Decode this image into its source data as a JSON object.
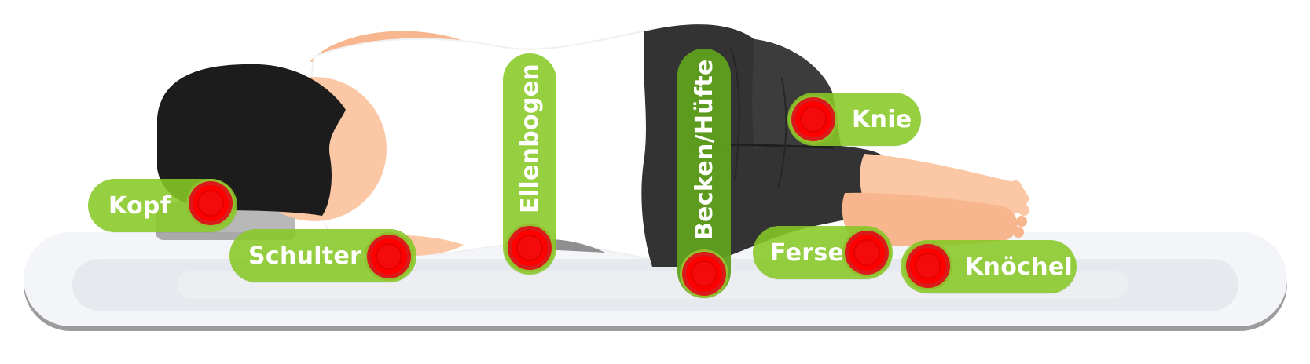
{
  "points": {
    "kopf": "Kopf",
    "schulter": "Schulter",
    "ellenbogen": "Ellenbogen",
    "becken": "Becken/Hüfte",
    "knie": "Knie",
    "ferse": "Ferse",
    "knoechel": "Knöchel"
  },
  "colors": {
    "pill": "#87c826",
    "pill_dark": "#5fa11c",
    "dot": "#ff0000",
    "hair": "#1c1c1c",
    "skin": "#fcc7a5",
    "pants": "#333333",
    "mattress": "#f2f4f7"
  }
}
